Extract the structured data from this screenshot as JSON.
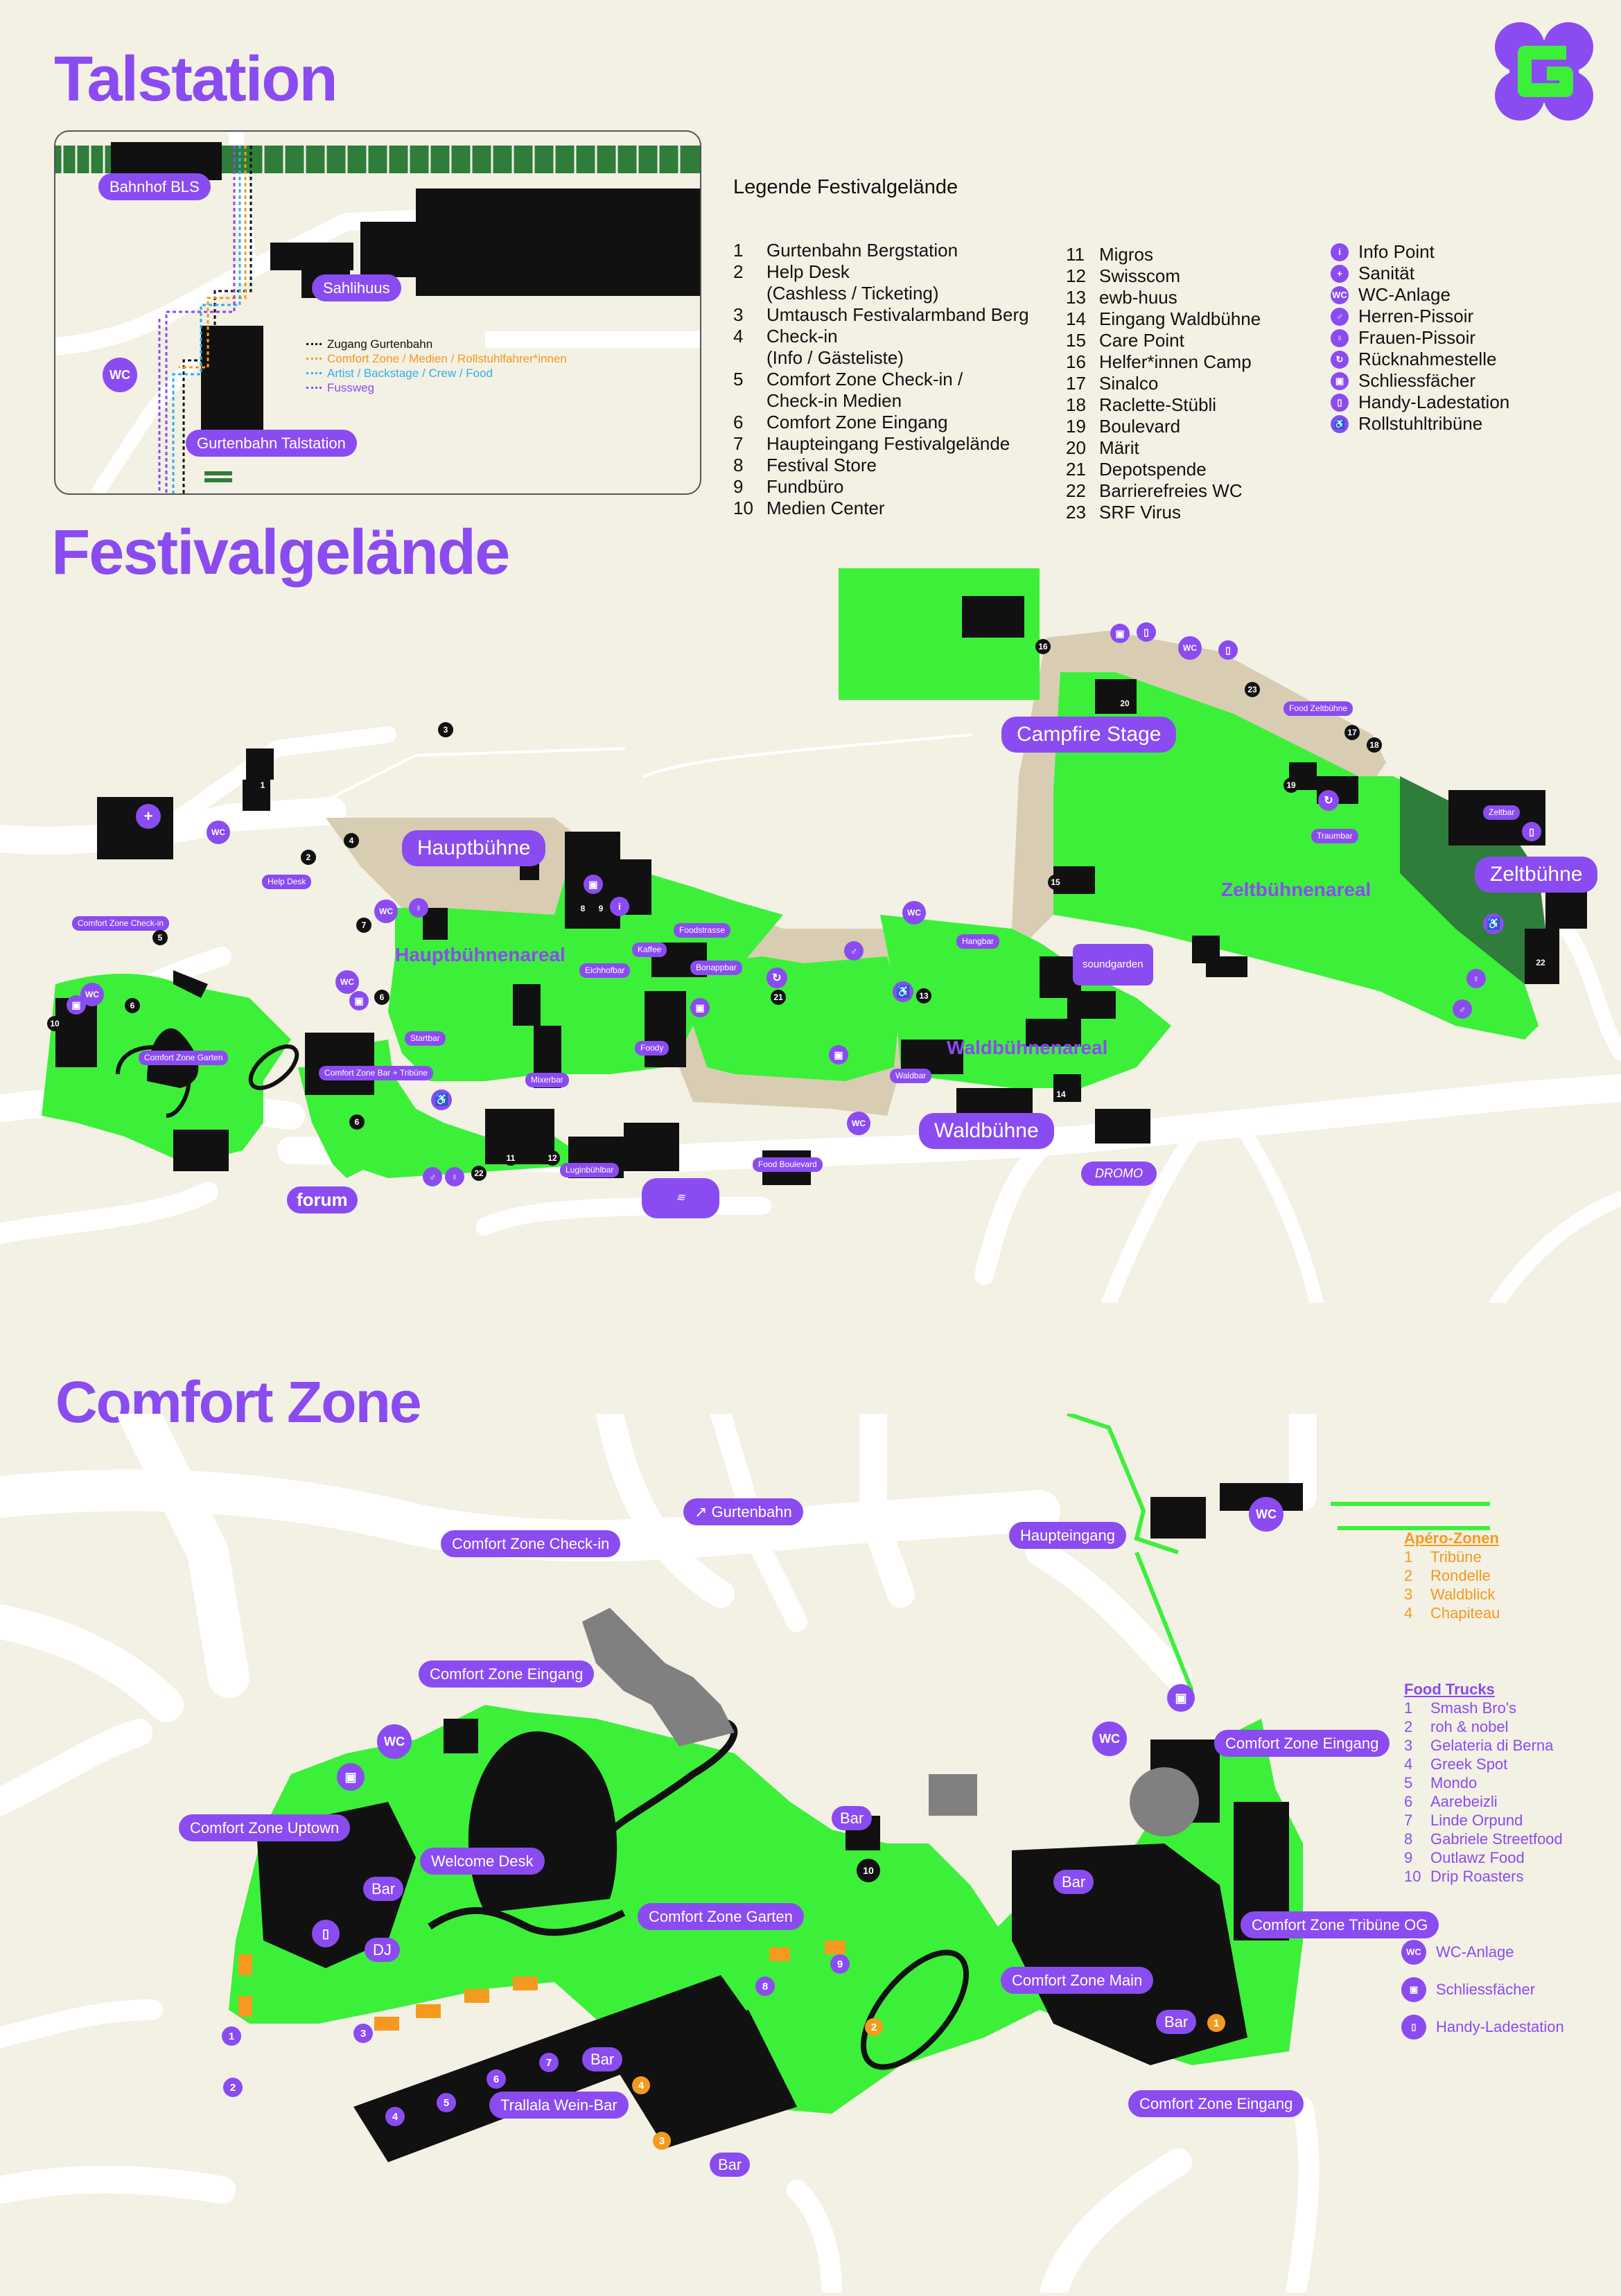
{
  "titles": {
    "talstation": "Talstation",
    "festival": "Festivalgelände",
    "comfort": "Comfort Zone"
  },
  "talstation": {
    "bahnhof": "Bahnhof BLS",
    "sahlihuus": "Sahlihuus",
    "talstation_label": "Gurtenbahn Talstation",
    "wc": "WC",
    "paths": [
      {
        "label": "Zugang Gurtenbahn",
        "color": "#111111"
      },
      {
        "label": "Comfort Zone / Medien / Rollstuhlfahrer*innen",
        "color": "#f39a1f"
      },
      {
        "label": "Artist / Backstage / Crew / Food",
        "color": "#2fb0e8"
      },
      {
        "label": "Fussweg",
        "color": "#8a4cf0"
      }
    ]
  },
  "legend": {
    "title": "Legende Festivalgelände",
    "col1": [
      {
        "n": "1",
        "t": "Gurtenbahn Bergstation"
      },
      {
        "n": "2",
        "t": "Help Desk"
      },
      {
        "n": "",
        "t": "(Cashless / Ticketing)"
      },
      {
        "n": "3",
        "t": "Umtausch Festivalarmband Berg"
      },
      {
        "n": "4",
        "t": "Check-in"
      },
      {
        "n": "",
        "t": "(Info / Gästeliste)"
      },
      {
        "n": "5",
        "t": "Comfort Zone Check-in /"
      },
      {
        "n": "",
        "t": "Check-in Medien"
      },
      {
        "n": "6",
        "t": "Comfort Zone Eingang"
      },
      {
        "n": "7",
        "t": "Haupteingang Festivalgelände"
      },
      {
        "n": "8",
        "t": "Festival Store"
      },
      {
        "n": "9",
        "t": "Fundbüro"
      },
      {
        "n": "10",
        "t": "Medien Center"
      }
    ],
    "col2": [
      {
        "n": "11",
        "t": "Migros"
      },
      {
        "n": "12",
        "t": "Swisscom"
      },
      {
        "n": "13",
        "t": "ewb-huus"
      },
      {
        "n": "14",
        "t": "Eingang Waldbühne"
      },
      {
        "n": "15",
        "t": "Care Point"
      },
      {
        "n": "16",
        "t": "Helfer*innen Camp"
      },
      {
        "n": "17",
        "t": "Sinalco"
      },
      {
        "n": "18",
        "t": "Raclette-Stübli"
      },
      {
        "n": "19",
        "t": "Boulevard"
      },
      {
        "n": "20",
        "t": "Märit"
      },
      {
        "n": "21",
        "t": "Depotspende"
      },
      {
        "n": "22",
        "t": "Barrierefreies WC"
      },
      {
        "n": "23",
        "t": "SRF Virus"
      }
    ],
    "icons": [
      {
        "icon": "i",
        "t": "Info Point"
      },
      {
        "icon": "+",
        "t": "Sanität"
      },
      {
        "icon": "WC",
        "t": "WC-Anlage"
      },
      {
        "icon": "♂",
        "t": "Herren-Pissoir"
      },
      {
        "icon": "♀",
        "t": "Frauen-Pissoir"
      },
      {
        "icon": "↻",
        "t": "Rücknahmestelle"
      },
      {
        "icon": "▣",
        "t": "Schliessfächer"
      },
      {
        "icon": "▯",
        "t": "Handy-Ladestation"
      },
      {
        "icon": "♿",
        "t": "Rollstuhltribüne"
      }
    ]
  },
  "festival": {
    "stages": {
      "hauptbuehne": "Hauptbühne",
      "campfire": "Campfire Stage",
      "zeltbuehne": "Zeltbühne",
      "waldbuehne": "Waldbühne"
    },
    "areas": {
      "hauptbuehnenareal": "Hauptbühnenareal",
      "zeltbuehnenareal": "Zeltbühnenareal",
      "waldbuehnenareal": "Waldbühnenareal"
    },
    "small": {
      "helpdesk": "Help Desk",
      "cz_checkin": "Comfort Zone Check-in",
      "cz_garten": "Comfort Zone Garten",
      "cz_bar": "Comfort Zone Bar + Tribüne",
      "startbar": "Startbar",
      "mixerbar": "Mixerbar",
      "eichhofbar": "Eichhofbar",
      "kaffee": "Kaffee",
      "foodstrasse": "Foodstrasse",
      "bonappbar": "Bonappbar",
      "foody": "Foody",
      "luginbuehlbar": "Luginbühlbar",
      "foodboulevard": "Food Boulevard",
      "hangbar": "Hangbar",
      "waldbar": "Waldbar",
      "soundgarden": "soundgarden",
      "foodzelt": "Food Zeltbühne",
      "zeltbar": "Zeltbar",
      "traumbar": "Traumbar",
      "forum": "forum",
      "dromo": "DROMO",
      "wc": "WC"
    }
  },
  "comfort": {
    "labels": {
      "checkin": "Comfort Zone Check-in",
      "gurtenbahn": "↗ Gurtenbahn",
      "haupteingang": "Haupteingang",
      "eingang1": "Comfort Zone Eingang",
      "uptown": "Comfort Zone Uptown",
      "welcome": "Welcome Desk",
      "garten": "Comfort Zone Garten",
      "main": "Comfort Zone Main",
      "eingang2": "Comfort Zone Eingang",
      "tribuene_og": "Comfort Zone Tribüne OG",
      "eingang3": "Comfort Zone Eingang",
      "trallala": "Trallala Wein-Bar",
      "bar": "Bar",
      "dj": "DJ",
      "wc": "WC"
    },
    "apero": {
      "title": "Apéro-Zonen",
      "items": [
        {
          "n": "1",
          "t": "Tribüne"
        },
        {
          "n": "2",
          "t": "Rondelle"
        },
        {
          "n": "3",
          "t": "Waldblick"
        },
        {
          "n": "4",
          "t": "Chapiteau"
        }
      ]
    },
    "food": {
      "title": "Food Trucks",
      "items": [
        {
          "n": "1",
          "t": "Smash Bro's"
        },
        {
          "n": "2",
          "t": "roh & nobel"
        },
        {
          "n": "3",
          "t": "Gelateria di Berna"
        },
        {
          "n": "4",
          "t": "Greek Spot"
        },
        {
          "n": "5",
          "t": "Mondo"
        },
        {
          "n": "6",
          "t": "Aarebeizli"
        },
        {
          "n": "7",
          "t": "Linde Orpund"
        },
        {
          "n": "8",
          "t": "Gabriele Streetfood"
        },
        {
          "n": "9",
          "t": "Outlawz Food"
        },
        {
          "n": "10",
          "t": "Drip Roasters"
        }
      ]
    },
    "icons": [
      {
        "icon": "WC",
        "t": "WC-Anlage"
      },
      {
        "icon": "▣",
        "t": "Schliessfächer"
      },
      {
        "icon": "▯",
        "t": "Handy-Ladestation"
      }
    ]
  },
  "colors": {
    "purple": "#8a4cf0",
    "green": "#3cf03a",
    "darkgreen": "#2f7d3a",
    "beige": "#f3f0e4",
    "sand": "#d8cdb2",
    "orange": "#f39a1f"
  }
}
